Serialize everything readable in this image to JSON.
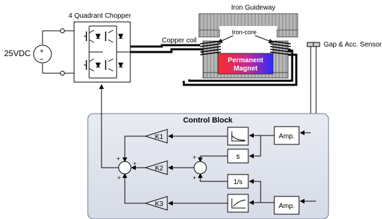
{
  "source": {
    "voltage_label": "25VDC",
    "plus": "+",
    "minus": "−"
  },
  "chopper": {
    "title": "4 Quadrant Chopper"
  },
  "magnet": {
    "guideway_label": "Iron Guideway",
    "iron_core_label": "Iron-core",
    "coil_label": "Copper coil",
    "magnet_line1": "Permanent",
    "magnet_line2": "Magnet"
  },
  "sensor": {
    "label": "Gap & Acc. Sensor"
  },
  "control": {
    "title": "Control Block",
    "gain1": "K1",
    "gain2": "K2",
    "gain3": "K3",
    "amp_top": "Amp.",
    "amp_bottom": "Amp.",
    "derivative": "s",
    "integrator": "1/s",
    "plus": "+"
  },
  "colors": {
    "control_bg": "#dde2ec",
    "gain_fill": "#dfe4ee",
    "magnet_gradient_start": "#ff2a2a",
    "magnet_gradient_end": "#2a2aff",
    "guideway_fill": "#a8a8a8"
  }
}
